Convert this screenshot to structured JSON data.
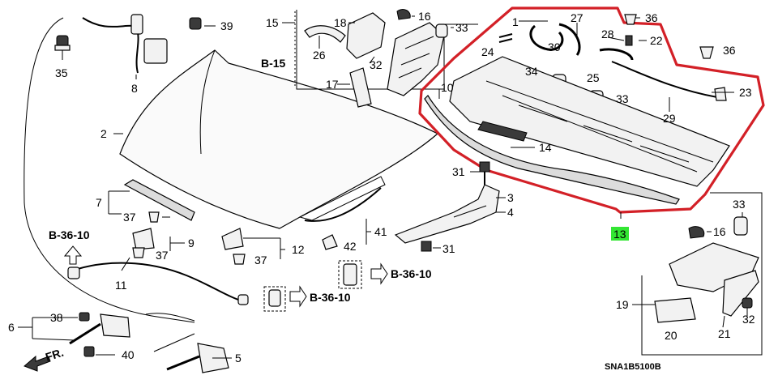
{
  "callouts": {
    "c1": "1",
    "c2": "2",
    "c3": "3",
    "c4": "4",
    "c5": "5",
    "c6": "6",
    "c7": "7",
    "c8": "8",
    "c9": "9",
    "c10": "10",
    "c11": "11",
    "c12": "12",
    "c13": "13",
    "c14": "14",
    "c15": "15",
    "c16a": "16",
    "c16b": "16",
    "c17": "17",
    "c18": "18",
    "c19": "19",
    "c20": "20",
    "c21": "21",
    "c22": "22",
    "c23": "23",
    "c24": "24",
    "c25": "25",
    "c26": "26",
    "c27": "27",
    "c28": "28",
    "c29": "29",
    "c30": "30",
    "c31a": "31",
    "c31b": "31",
    "c32a": "32",
    "c32b": "32",
    "c33a": "33",
    "c33b": "33",
    "c33c": "33",
    "c34": "34",
    "c35": "35",
    "c36a": "36",
    "c36b": "36",
    "c37a": "37",
    "c37b": "37",
    "c37c": "37",
    "c38": "38",
    "c39": "39",
    "c40": "40",
    "c41": "41",
    "c42": "42"
  },
  "references": {
    "b15": "B-15",
    "b3610a": "B-36-10",
    "b3610b": "B-36-10",
    "b3610c": "B-36-10"
  },
  "front_label": "FR.",
  "diagram_code": "SNA1B5100B",
  "colors": {
    "highlight_outline": "#d32027",
    "callout_13_bg": "#33e633"
  }
}
